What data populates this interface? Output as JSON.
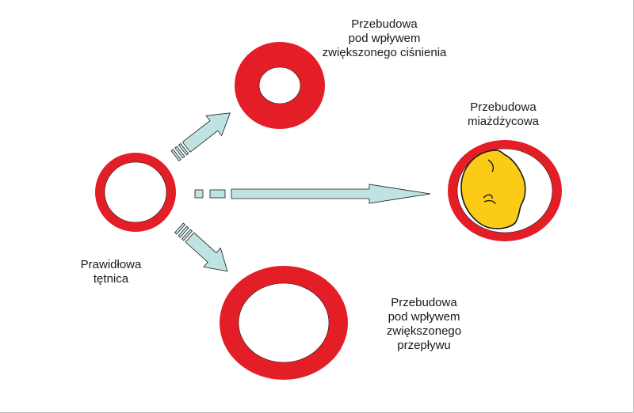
{
  "labels": {
    "normal": [
      "Prawidłowa",
      "tętnica"
    ],
    "pressure": [
      "Przebudowa",
      "pod wpływem",
      "zwiększonego ciśnienia"
    ],
    "atherosclerotic": [
      "Przebudowa",
      "miażdżycowa"
    ],
    "flow": [
      "Przebudowa",
      "pod wpływem",
      "zwiększonego",
      "przepływu"
    ]
  },
  "colors": {
    "vessel_wall": "#e31e26",
    "lumen": "#ffffff",
    "plaque": "#fccb16",
    "arrow_fill": "#bfe3e3",
    "outline": "#1a1a1a"
  }
}
